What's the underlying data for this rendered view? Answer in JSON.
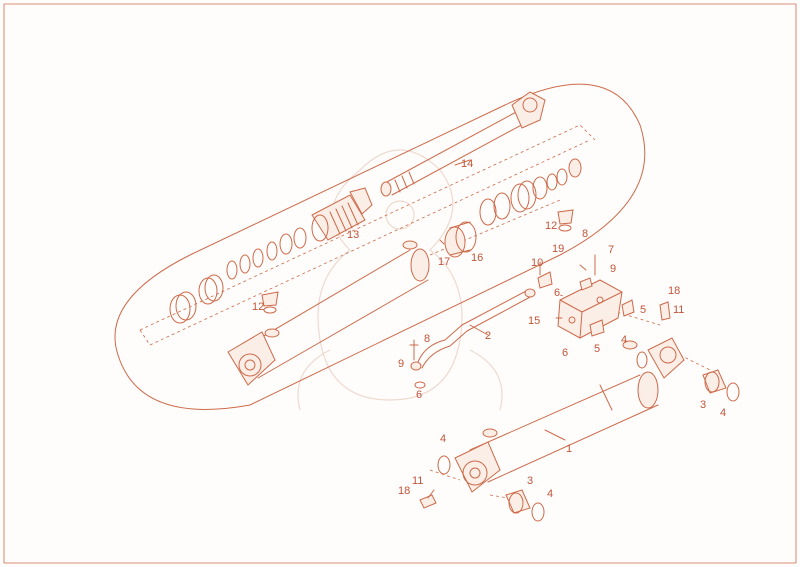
{
  "colors": {
    "ink": "#cd6a4a",
    "label": "#c0553a",
    "background": "#fffdfb"
  },
  "parts": [
    {
      "id": "p1",
      "label": "1"
    },
    {
      "id": "p2",
      "label": "2"
    },
    {
      "id": "p3a",
      "label": "3"
    },
    {
      "id": "p3b",
      "label": "3"
    },
    {
      "id": "p4a",
      "label": "4"
    },
    {
      "id": "p4b",
      "label": "4"
    },
    {
      "id": "p4c",
      "label": "4"
    },
    {
      "id": "p4d",
      "label": "4"
    },
    {
      "id": "p5a",
      "label": "5"
    },
    {
      "id": "p5b",
      "label": "5"
    },
    {
      "id": "p6a",
      "label": "6"
    },
    {
      "id": "p6b",
      "label": "6"
    },
    {
      "id": "p6c",
      "label": "6"
    },
    {
      "id": "p7",
      "label": "7"
    },
    {
      "id": "p8a",
      "label": "8"
    },
    {
      "id": "p8b",
      "label": "8"
    },
    {
      "id": "p9a",
      "label": "9"
    },
    {
      "id": "p9b",
      "label": "9"
    },
    {
      "id": "p10",
      "label": "10"
    },
    {
      "id": "p11a",
      "label": "11"
    },
    {
      "id": "p11b",
      "label": "11"
    },
    {
      "id": "p12a",
      "label": "12"
    },
    {
      "id": "p12b",
      "label": "12"
    },
    {
      "id": "p13",
      "label": "13"
    },
    {
      "id": "p14",
      "label": "14"
    },
    {
      "id": "p15",
      "label": "15"
    },
    {
      "id": "p16",
      "label": "16"
    },
    {
      "id": "p17",
      "label": "17"
    },
    {
      "id": "p18a",
      "label": "18"
    },
    {
      "id": "p18b",
      "label": "18"
    },
    {
      "id": "p19",
      "label": "19"
    }
  ]
}
